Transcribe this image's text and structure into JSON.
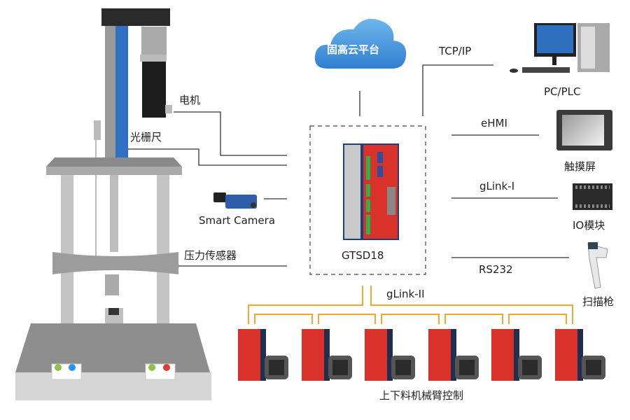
{
  "cloud": {
    "label": "固高云平台",
    "color": "#3a8fd8"
  },
  "controller": {
    "name": "GTSD18",
    "body_color": "#d9322b",
    "frame_color": "#1e3f7a"
  },
  "machine_labels": {
    "motor": "电机",
    "grating_ruler": "光栅尺",
    "smart_camera": "Smart Camera",
    "pressure_sensor": "压力传感器"
  },
  "connections": {
    "tcpip": "TCP/IP",
    "ehmi": "eHMI",
    "glink1": "gLink-I",
    "rs232": "RS232",
    "glink2": "gLink-II"
  },
  "devices": {
    "pc": "PC/PLC",
    "touchscreen": "触摸屏",
    "io_module": "IO模块",
    "scanner": "扫描枪"
  },
  "servo_group": {
    "label": "上下料机械臂控制",
    "count": 6,
    "bus_color": "#f0a830",
    "drive_color": "#d9322b"
  }
}
